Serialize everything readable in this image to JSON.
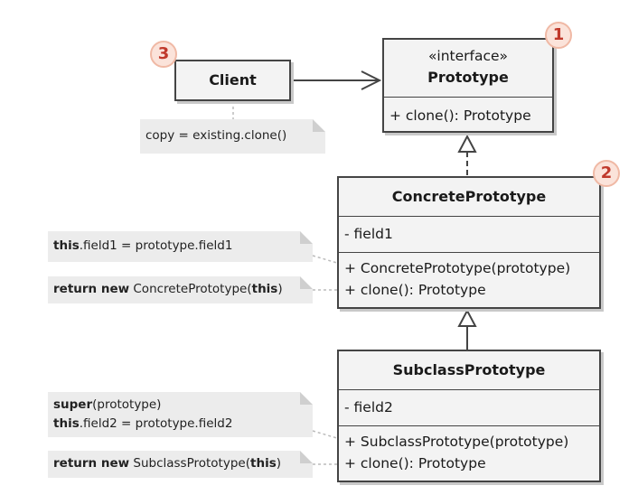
{
  "badges": {
    "one": "1",
    "two": "2",
    "three": "3"
  },
  "client": {
    "title": "Client"
  },
  "client_note": {
    "text": "copy = existing.clone()"
  },
  "prototype": {
    "stereotype": "«interface»",
    "title": "Prototype",
    "methods": [
      "+ clone(): Prototype"
    ]
  },
  "concrete": {
    "title": "ConcretePrototype",
    "fields": [
      "- field1"
    ],
    "methods": [
      "+ ConcretePrototype(prototype)",
      "+ clone(): Prototype"
    ]
  },
  "concrete_notes": {
    "ctor": {
      "kw": "this",
      "rest": ".field1 = prototype.field1"
    },
    "clone": {
      "kw1": "return new",
      "mid": " ConcretePrototype(",
      "kw2": "this",
      "end": ")"
    }
  },
  "subclass": {
    "title": "SubclassPrototype",
    "fields": [
      "- field2"
    ],
    "methods": [
      "+ SubclassPrototype(prototype)",
      "+ clone(): Prototype"
    ]
  },
  "subclass_notes": {
    "ctor_line1": {
      "kw": "super",
      "rest": "(prototype)"
    },
    "ctor_line2": {
      "kw": "this",
      "rest": ".field2 = prototype.field2"
    },
    "clone": {
      "kw1": "return new",
      "mid": " SubclassPrototype(",
      "kw2": "this",
      "end": ")"
    }
  },
  "colors": {
    "box_fill": "#f3f3f3",
    "border": "#444444",
    "note_fill": "#ececec",
    "badge": "#c0392b"
  }
}
